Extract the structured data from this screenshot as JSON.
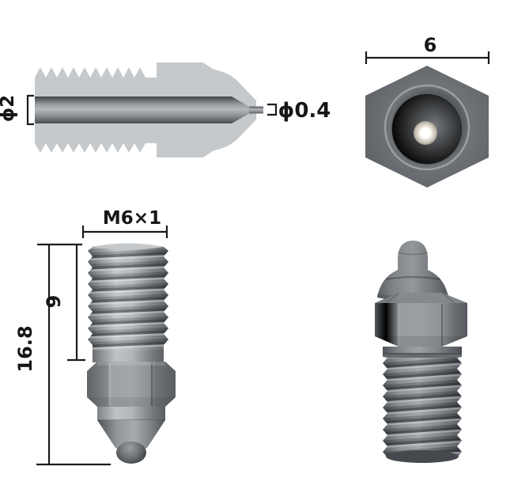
{
  "cross_section": {
    "bore_label": "ϕ2",
    "tip_label": "ϕ0.4"
  },
  "top_view": {
    "width_label": "6"
  },
  "side_view": {
    "thread_label": "M6×1",
    "thread_length_label": "9",
    "total_length_label": "16.8"
  },
  "colors": {
    "background": "#ffffff",
    "dimension_line": "#1b1b1b",
    "section_body": "#c6c9cc",
    "metal_light": "#c0c3c6",
    "metal_mid": "#8d9194",
    "metal_dark": "#53575b"
  }
}
